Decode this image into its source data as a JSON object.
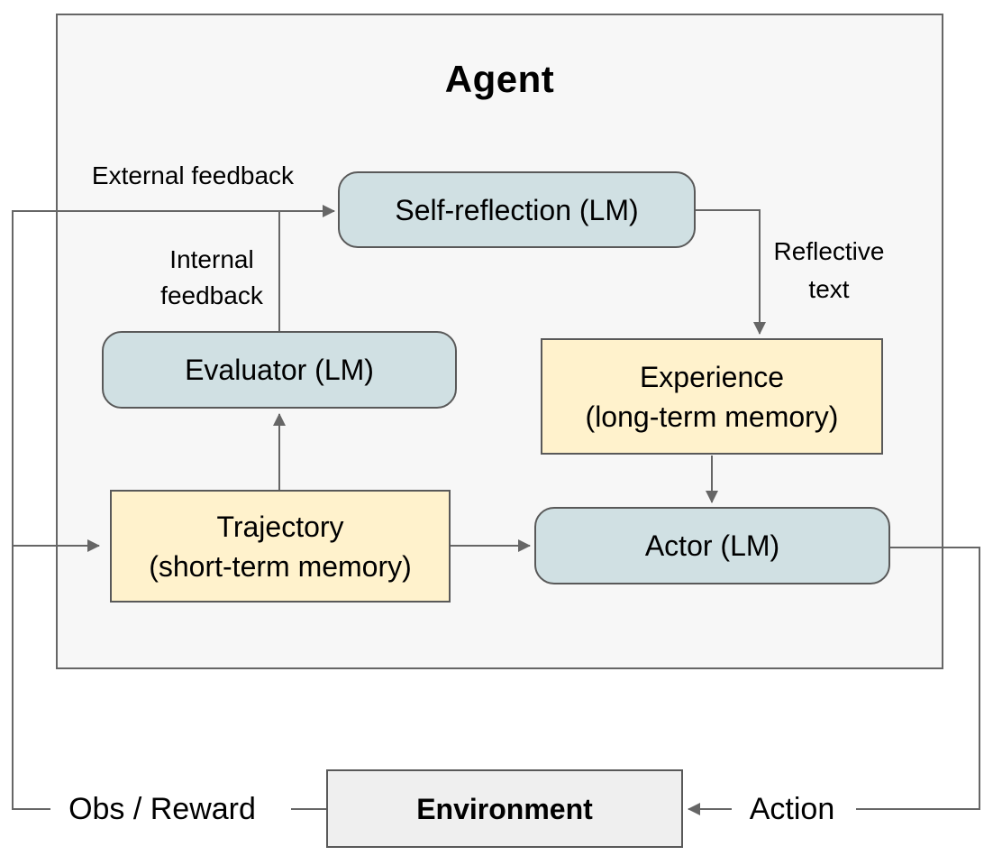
{
  "diagram": {
    "agent_title": "Agent",
    "nodes": {
      "self_reflection": {
        "label": "Self-reflection (LM)",
        "type": "lm"
      },
      "evaluator": {
        "label": "Evaluator (LM)",
        "type": "lm"
      },
      "experience": {
        "line1": "Experience",
        "line2": "(long-term memory)",
        "type": "memory"
      },
      "trajectory": {
        "line1": "Trajectory",
        "line2": "(short-term memory)",
        "type": "memory"
      },
      "actor": {
        "label": "Actor (LM)",
        "type": "lm"
      },
      "environment": {
        "label": "Environment",
        "type": "environment"
      }
    },
    "edge_labels": {
      "external_feedback": "External feedback",
      "internal_feedback": "Internal feedback",
      "reflective_text": "Reflective text",
      "obs_reward": "Obs / Reward",
      "action": "Action"
    },
    "edges": [
      {
        "from": "environment",
        "to": "trajectory",
        "label": "Obs / Reward"
      },
      {
        "from": "environment",
        "to": "self_reflection",
        "label": "External feedback"
      },
      {
        "from": "evaluator",
        "to": "self_reflection",
        "label": "Internal feedback"
      },
      {
        "from": "trajectory",
        "to": "evaluator",
        "label": ""
      },
      {
        "from": "trajectory",
        "to": "actor",
        "label": ""
      },
      {
        "from": "self_reflection",
        "to": "experience",
        "label": "Reflective text"
      },
      {
        "from": "experience",
        "to": "actor",
        "label": ""
      },
      {
        "from": "actor",
        "to": "environment",
        "label": "Action"
      }
    ],
    "colors": {
      "lm_fill": "#d0e0e3",
      "memory_fill": "#fff2cc",
      "environment_fill": "#efefef",
      "agent_fill": "#f7f7f7",
      "box_border": "#595959",
      "line": "#666666",
      "text": "#000000",
      "background": "#ffffff"
    }
  }
}
